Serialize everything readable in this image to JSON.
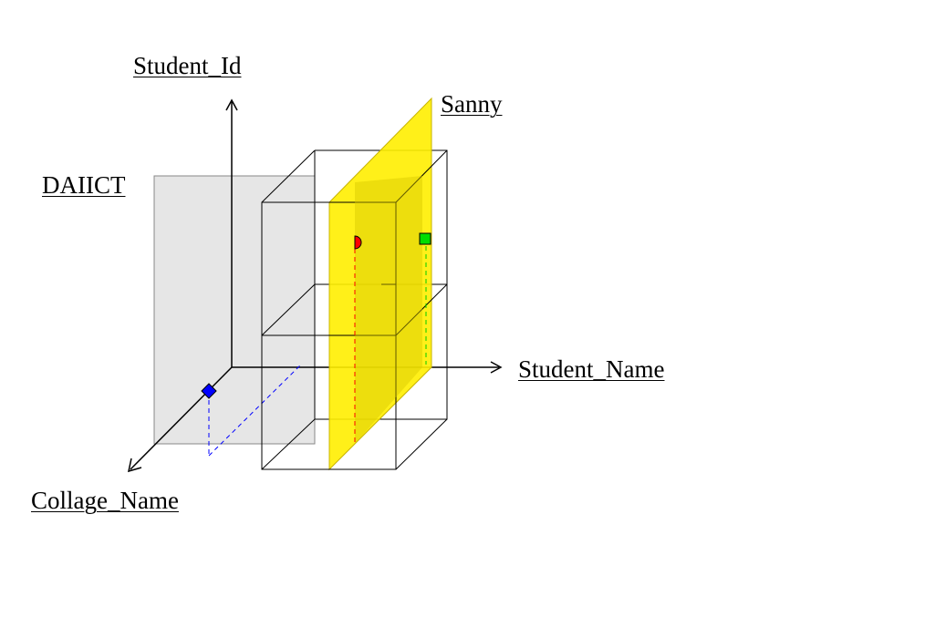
{
  "axes": {
    "vertical": "Student_Id",
    "horizontal": "Student_Name",
    "depth": "Collage_Name"
  },
  "planes": {
    "gray_plane_label": "DAIICT",
    "yellow_plane_label": "Sanny"
  },
  "colors": {
    "gray_plane": "#e6e6e6",
    "yellow_plane": "#ffee00",
    "red_marker": "#ff0000",
    "green_marker": "#00dd00",
    "blue_marker": "#0000ff",
    "lines": "#000000"
  }
}
